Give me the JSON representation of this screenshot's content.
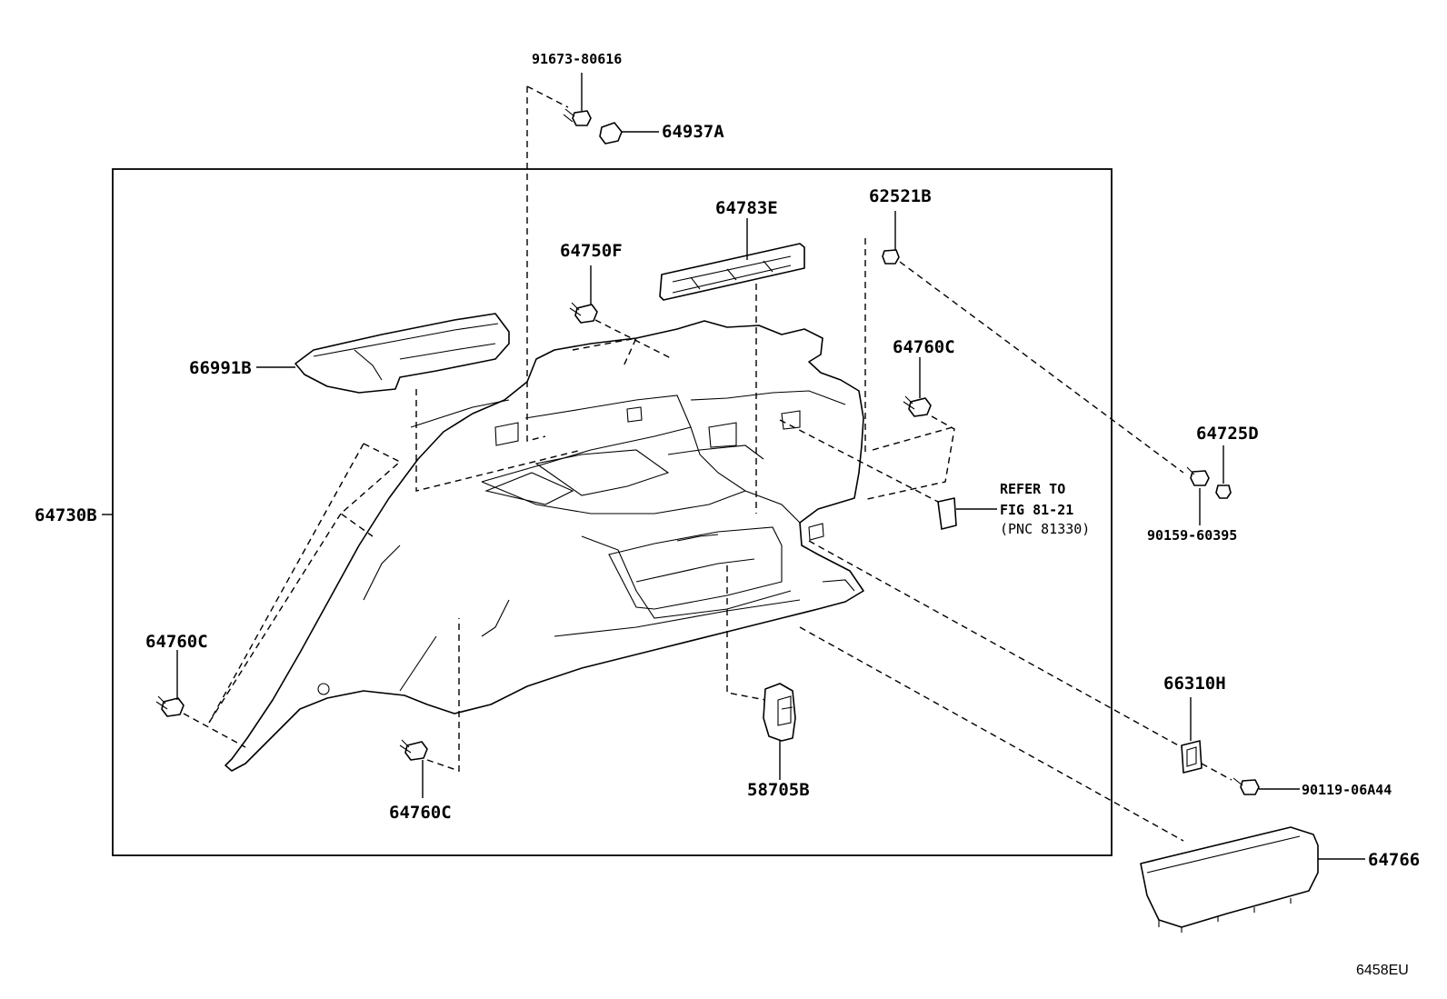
{
  "diagram": {
    "parts": {
      "p91673": "91673-80616",
      "p64937A": "64937A",
      "p64783E": "64783E",
      "p62521B": "62521B",
      "p64750F": "64750F",
      "p66991B": "66991B",
      "p64760C_right": "64760C",
      "p64725D": "64725D",
      "p64730B": "64730B",
      "p90159": "90159-60395",
      "p64760C_left": "64760C",
      "p66310H": "66310H",
      "p90119": "90119-06A44",
      "p58705B": "58705B",
      "p64760C_bottom": "64760C",
      "p64766": "64766"
    },
    "refer": {
      "line1": "REFER TO",
      "line2": "FIG 81-21",
      "line3": "(PNC 81330)"
    },
    "figure_code": "6458EU"
  }
}
